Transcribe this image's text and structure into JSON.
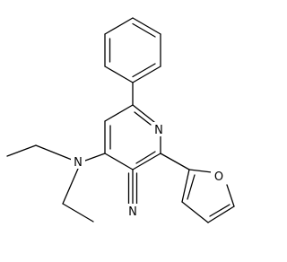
{
  "molecule": {
    "atoms": {
      "ring_nitrogen": "N",
      "amine_nitrogen": "N",
      "nitrile_nitrogen": "N",
      "furan_oxygen": "O"
    }
  }
}
